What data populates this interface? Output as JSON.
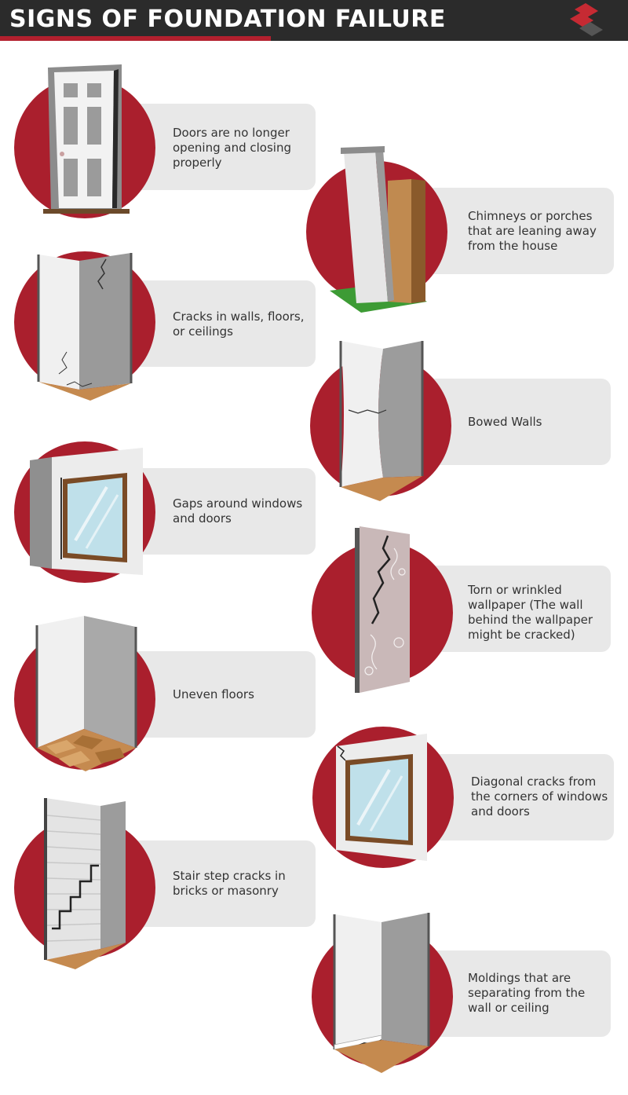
{
  "header": {
    "title": "SIGNS OF FOUNDATION FAILURE",
    "logo_icon": "brand-stripes-icon"
  },
  "colors": {
    "accent_red": "#aa1f2d",
    "header_bg": "#2b2b2b",
    "card_bg": "#e8e8e8"
  },
  "signs": [
    {
      "text": "Doors are no longer opening and closing properly",
      "icon": "door-icon"
    },
    {
      "text": "Chimneys or porches that are leaning away from the house",
      "icon": "leaning-chimney-icon"
    },
    {
      "text": "Cracks in walls, floors, or ceilings",
      "icon": "cracked-corner-icon"
    },
    {
      "text": "Bowed Walls",
      "icon": "bowed-wall-icon"
    },
    {
      "text": "Gaps around windows and doors",
      "icon": "window-gap-icon"
    },
    {
      "text": "Torn or wrinkled wallpaper (The wall behind the wallpaper might be cracked)",
      "icon": "torn-wallpaper-icon"
    },
    {
      "text": "Uneven floors",
      "icon": "uneven-floor-icon"
    },
    {
      "text": "Diagonal cracks from the corners of windows and doors",
      "icon": "window-crack-icon"
    },
    {
      "text": "Stair step cracks in bricks or masonry",
      "icon": "brick-crack-icon"
    },
    {
      "text": "Moldings that are separating from the wall or ceiling",
      "icon": "molding-gap-icon"
    }
  ]
}
